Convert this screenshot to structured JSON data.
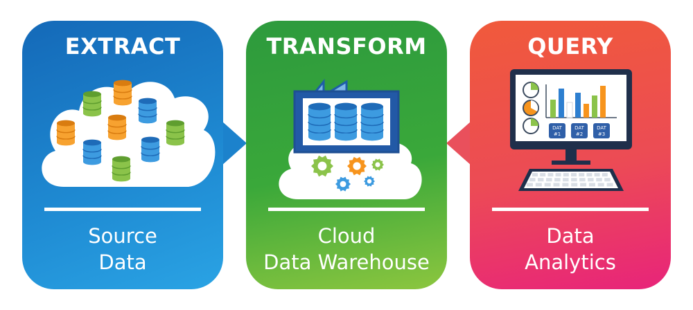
{
  "panels": [
    {
      "title": "EXTRACT",
      "label_line1": "Source",
      "label_line2": "Data",
      "color": "#1c82cc"
    },
    {
      "title": "TRANSFORM",
      "label_line1": "Cloud",
      "label_line2": "Data Warehouse",
      "color": "#3aa83a"
    },
    {
      "title": "QUERY",
      "label_line1": "Data",
      "label_line2": "Analytics",
      "color": "#ec4b55"
    }
  ],
  "dashboard": {
    "buttons": [
      "DAT\n#1",
      "DAT\n#2",
      "DAT\n#3"
    ],
    "button1_line1": "DAT",
    "button1_line2": "#1",
    "button2_line1": "DAT",
    "button2_line2": "#2",
    "button3_line1": "DAT",
    "button3_line2": "#3"
  },
  "icons": [
    "database-icon",
    "cloud-icon",
    "warehouse-icon",
    "gear-icon",
    "monitor-icon",
    "keyboard-icon",
    "pie-chart-icon",
    "bar-chart-icon"
  ]
}
